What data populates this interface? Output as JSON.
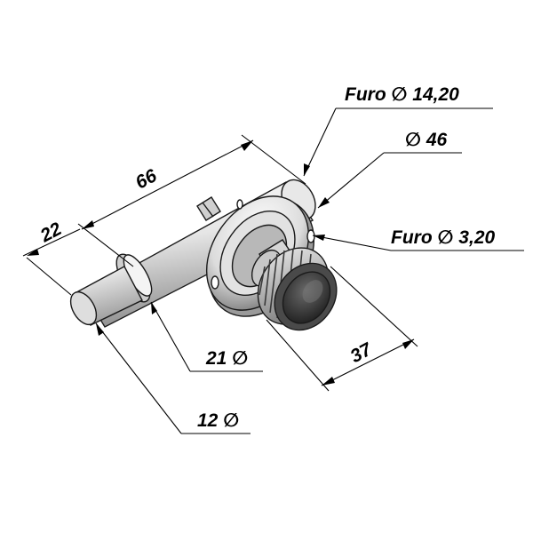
{
  "dimensions": {
    "total_length": "66",
    "end_length": "22",
    "hole_large": "Furo ∅ 14,20",
    "flange_diameter": "∅ 46",
    "hole_small": "Furo  ∅ 3,20",
    "knob_length": "37",
    "collar_diameter": "21 ∅",
    "shaft_diameter": "12 ∅"
  },
  "colors": {
    "line": "#000000",
    "metal_dark": "#5a5a5a",
    "metal_mid": "#a8a8a8",
    "metal_light": "#f2f2f2",
    "knob_dark": "#2a2a2a"
  }
}
